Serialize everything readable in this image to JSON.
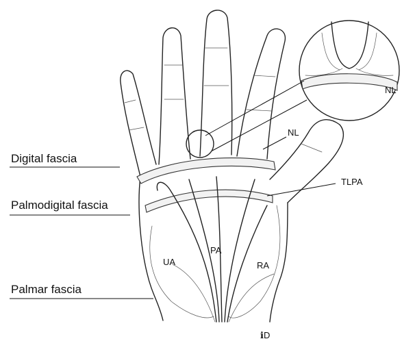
{
  "diagram": {
    "left_labels": {
      "digital_fascia": "Digital fascia",
      "palmodigital_fascia": "Palmodigital fascia",
      "palmar_fascia": "Palmar fascia"
    },
    "structure_labels": {
      "nl_inset": "NL",
      "nl_main": "NL",
      "tlpa": "TLPA",
      "pa": "PA",
      "ua": "UA",
      "ra": "RA"
    },
    "signature": "ℹD"
  }
}
